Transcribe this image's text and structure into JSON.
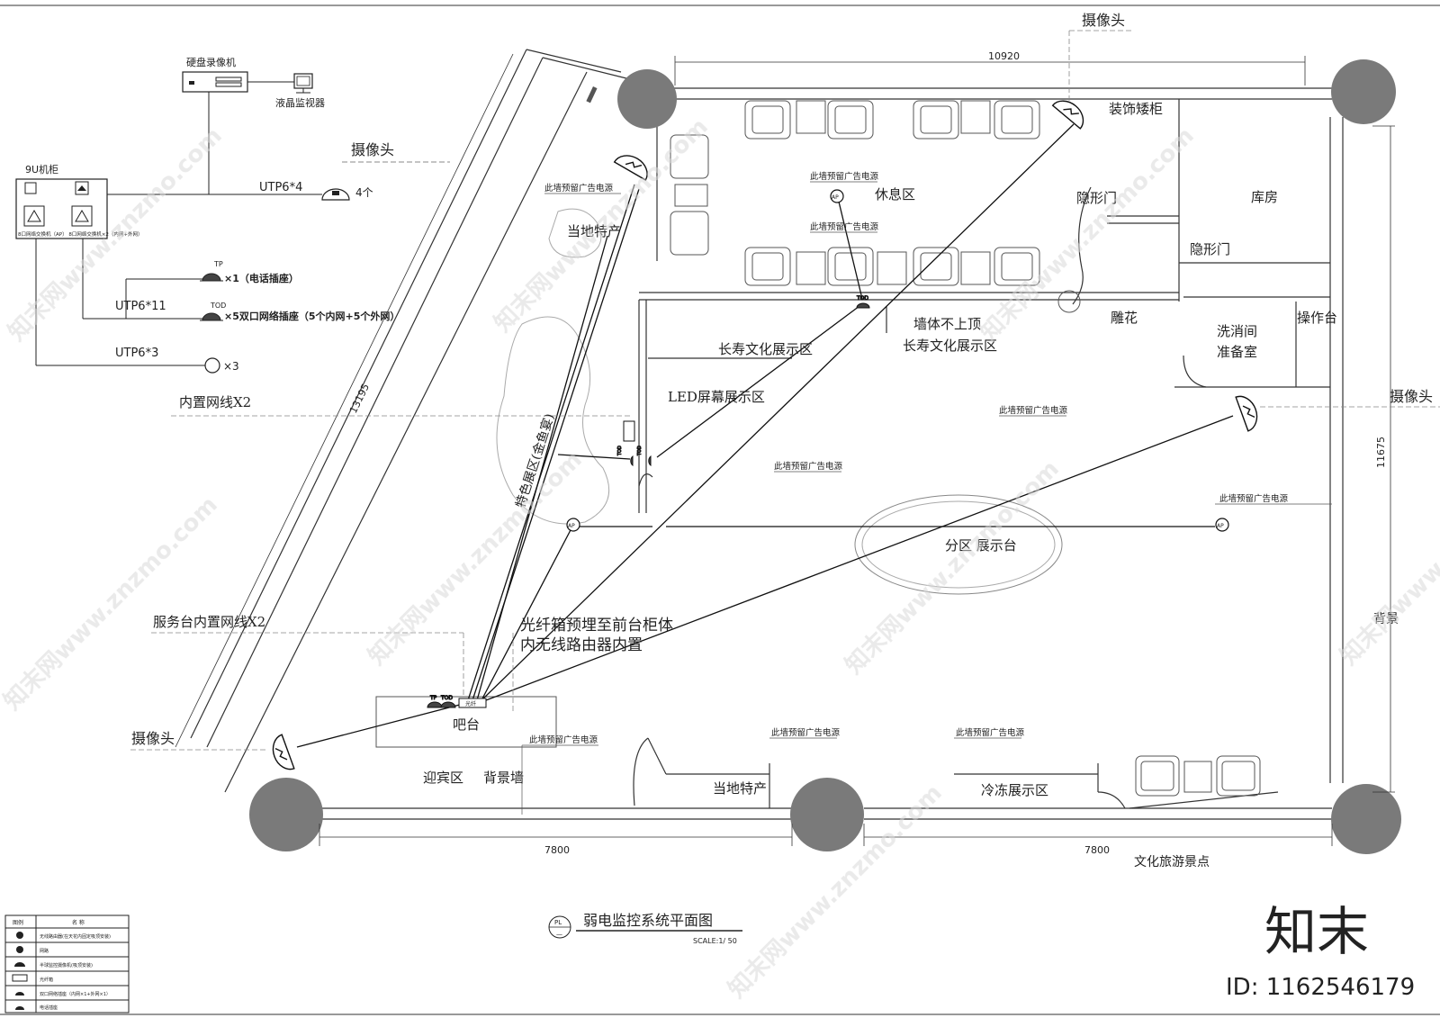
{
  "title": "弱电监控系统平面图",
  "scale": "SCALE:1/ 50",
  "pl_mark": {
    "top": "PL",
    "bottom": "—"
  },
  "dimensions": {
    "top": "10920",
    "right": "11675",
    "diagonal": "13195",
    "bottom_left": "7800",
    "bottom_right": "7800"
  },
  "topology": {
    "nvr": "硬盘录像机",
    "monitor": "液晶监视器",
    "cabinet": "9U机柜",
    "switch_labels": "8口网络交换机（AP）  8口网络交换机×2（内网+外网）",
    "camera_header": "摄像头",
    "utp_cam": "UTP6*4",
    "cam_count": "4个",
    "tp_tag": "TP",
    "tp_count": "×1（电话插座）",
    "tod_tag": "TOD",
    "utp_tod": "UTP6*11",
    "tod_count": "×5双口网络插座（5个内网+5个外网）",
    "utp_ap": "UTP6*3",
    "ap_count": "×3"
  },
  "notes": {
    "cam_top": "摄像头",
    "cam_right": "摄像头",
    "cam_left": "摄像头",
    "inner_net": "内置网线X2",
    "service_net": "服务台内置网线X2",
    "fiber_1": "光纤箱预埋至前台柜体",
    "fiber_2": "内无线路由器内置"
  },
  "rooms": {
    "rest": "休息区",
    "cabinet": "装饰矮柜",
    "storage": "库房",
    "hidden_door_1": "隐形门",
    "hidden_door_2": "隐形门",
    "wall_1": "墙体不上顶",
    "wall_2": "长寿文化展示区",
    "culture": "长寿文化展示区",
    "carving": "雕花",
    "wash_1": "洗消间",
    "wash_2": "准备室",
    "operation": "操作台",
    "led": "LED屏幕展示区",
    "feature": "特色展区(金鱼宴)",
    "local_special_top": "当地特产",
    "booth": "分区 展示台",
    "bar": "吧台",
    "welcome": "迎宾区",
    "backwall": "背景墙",
    "local_special": "当地特产",
    "frozen": "冷冻展示区",
    "scenery": "文化旅游景点",
    "background": "背景"
  },
  "ad_power": [
    "此墙预留广告电源",
    "此墙预留广告电源",
    "此墙预留广告电源",
    "此墙预留广告电源",
    "此墙预留广告电源",
    "此墙预留广告电源",
    "此墙预留广告电源",
    "此墙预留广告电源",
    "此墙预留广告电源"
  ],
  "device_tags": {
    "ap1": "AP",
    "ap2": "AP",
    "ap3": "AP",
    "tod1": "TOD",
    "tod2": "TOD",
    "tod3": "TOD",
    "tp": "TP",
    "tod4": "TOD",
    "fiber": "光纤"
  },
  "legend": {
    "header_symbol": "图例",
    "header_name": "名  称",
    "rows": [
      "无线路由器(在天花内固定吸顶安装)",
      "网路",
      "半球监控摄像机(吸顶安装)",
      "光纤箱",
      "双口网络插座（内网×1+外网×1）",
      "电话插座"
    ]
  },
  "watermark": {
    "text": "知末网www.znzmo.com",
    "logo": "知末",
    "id": "ID: 1162546179"
  }
}
